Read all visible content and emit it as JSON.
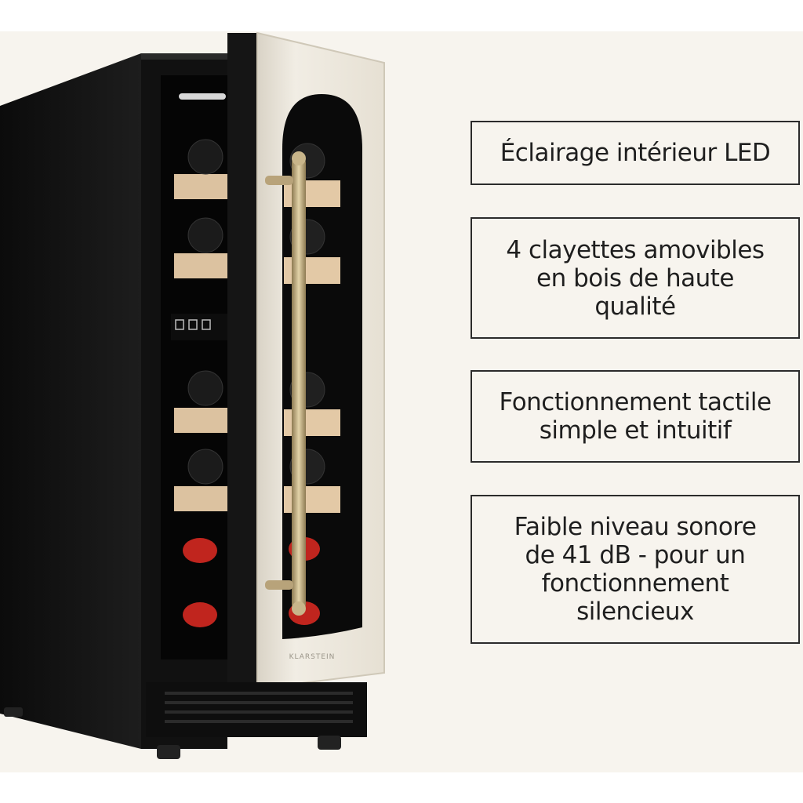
{
  "features": [
    {
      "text": "Éclairage intérieur LED"
    },
    {
      "text": "4 clayettes amovibles\nen bois de haute\nqualité"
    },
    {
      "text": "Fonctionnement tactile\nsimple et intuitif"
    },
    {
      "text": "Faible niveau sonore\nde 41 dB - pour un\nfonctionnement\nsilencieux"
    }
  ],
  "product": {
    "brand_logo": "KLARSTEIN",
    "icons": [
      "power-icon",
      "light-icon",
      "temperature-icon"
    ]
  },
  "colors": {
    "background": "#f7f4ee",
    "cabinet": "#121212",
    "door_frame": "#ece7dc",
    "handle": "#b8a37a",
    "shelf_wood": "#dcc2a0",
    "bottle_red": "#c0251e"
  }
}
